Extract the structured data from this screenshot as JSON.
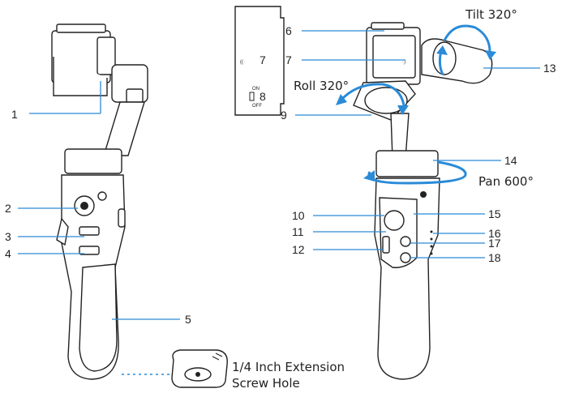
{
  "callouts": {
    "c1": "1",
    "c2": "2",
    "c3": "3",
    "c4": "4",
    "c5": "5",
    "c6": "6",
    "c7": "7",
    "c8": "8",
    "c9": "9",
    "c10": "10",
    "c11": "11",
    "c12": "12",
    "c13": "13",
    "c14": "14",
    "c15": "15",
    "c16": "16",
    "c17": "17",
    "c18": "18"
  },
  "rotations": {
    "tilt": "Tilt 320°",
    "roll": "Roll 320°",
    "pan": "Pan 600°"
  },
  "extension": {
    "line1": "1/4 Inch Extension",
    "line2": "Screw Hole"
  },
  "switch": {
    "on": "ON",
    "off": "OFF"
  },
  "colors": {
    "callout_line": "#2a8bd8",
    "outline": "#222222"
  }
}
